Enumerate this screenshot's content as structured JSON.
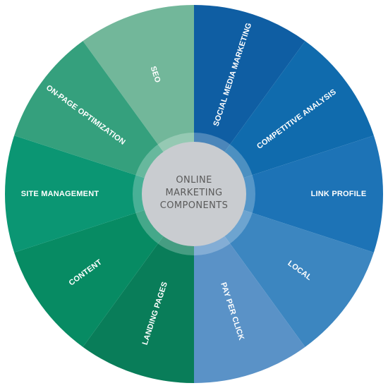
{
  "diagram": {
    "center": {
      "lines": [
        "ONLINE",
        "MARKETING",
        "COMPONENTS"
      ],
      "fill": "#c9ccd0",
      "ring_fill": "#ffffff",
      "ring_opacity": 0.25
    },
    "segments": [
      {
        "id": "seo",
        "label": "SEO",
        "color": "#72b79a"
      },
      {
        "id": "social-media-marketing",
        "label": "SOCIAL MEDIA MARKETING",
        "color": "#0f5ea3"
      },
      {
        "id": "competitive-analysis",
        "label": "COMPETITIVE ANALYSIS",
        "color": "#106bad"
      },
      {
        "id": "link-profile",
        "label": "LINK PROFILE",
        "color": "#1d73b6"
      },
      {
        "id": "local",
        "label": "LOCAL",
        "color": "#3c86c0"
      },
      {
        "id": "pay-per-click",
        "label": "PAY PER CLICK",
        "color": "#5a92c7"
      },
      {
        "id": "landing-pages",
        "label": "LANDING PAGES",
        "color": "#097d59"
      },
      {
        "id": "content",
        "label": "CONTENT",
        "color": "#078b63"
      },
      {
        "id": "site-management",
        "label": "SITE MANAGEMENT",
        "color": "#0b9673"
      },
      {
        "id": "on-page-optimization",
        "label": "ON-PAGE OPTIMIZATION",
        "color": "#35a07d"
      }
    ]
  }
}
